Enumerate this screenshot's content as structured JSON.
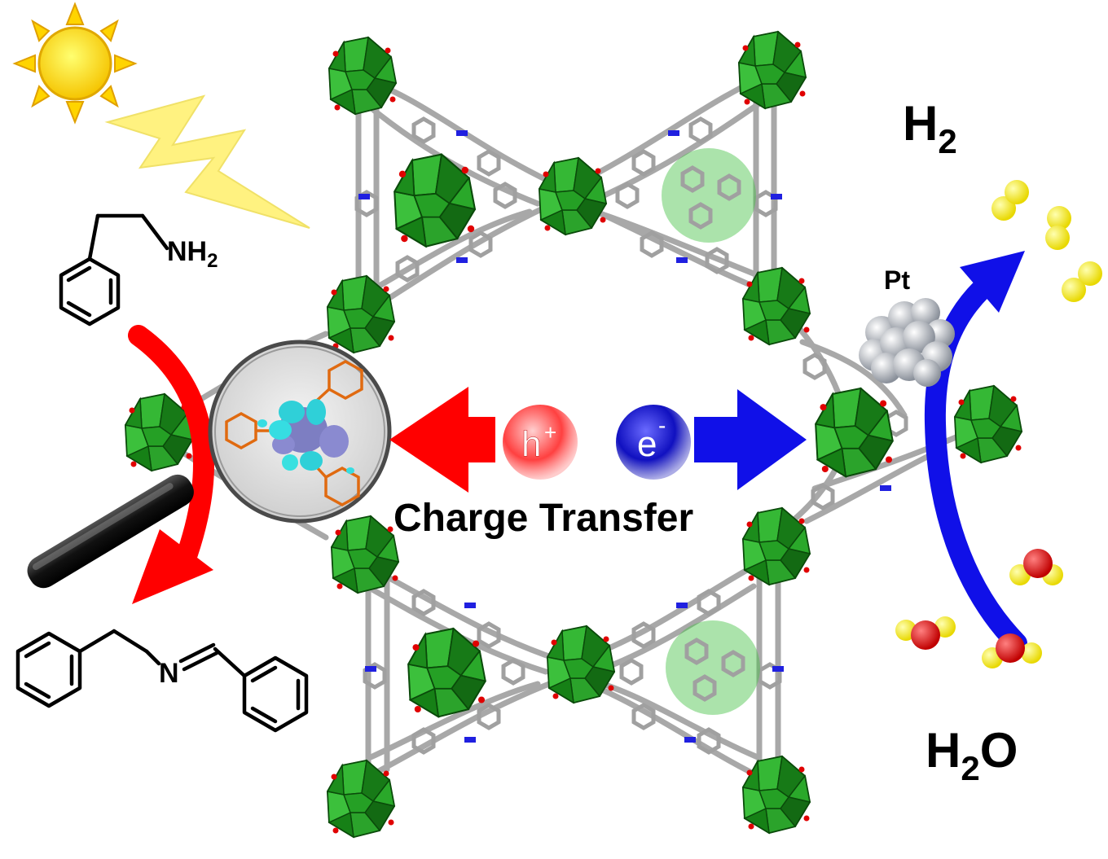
{
  "labels": {
    "h2": "H",
    "h2_sub": "2",
    "h2o_h": "H",
    "h2o_sub": "2",
    "h2o_o": "O",
    "pt": "Pt",
    "nh2_n": "NH",
    "nh2_sub": "2",
    "imine_n": "N",
    "charge_transfer": "Charge Transfer",
    "hole": "h",
    "hole_sup": "+",
    "electron": "e",
    "electron_sup": "-"
  },
  "colors": {
    "cluster_green": "#1f9a1f",
    "cluster_dark": "#0f6a0f",
    "hole_arrow": "#ff0000",
    "electron_arrow": "#1010e8",
    "sun": "#ffdd00",
    "bolt": "#fff27a",
    "h2_sphere": "#f4ee1a",
    "oxygen_sphere": "#e01010",
    "pt_sphere": "#b8bcc4"
  },
  "icons": [
    "sun-icon",
    "lightning-icon",
    "magnifier-icon"
  ]
}
